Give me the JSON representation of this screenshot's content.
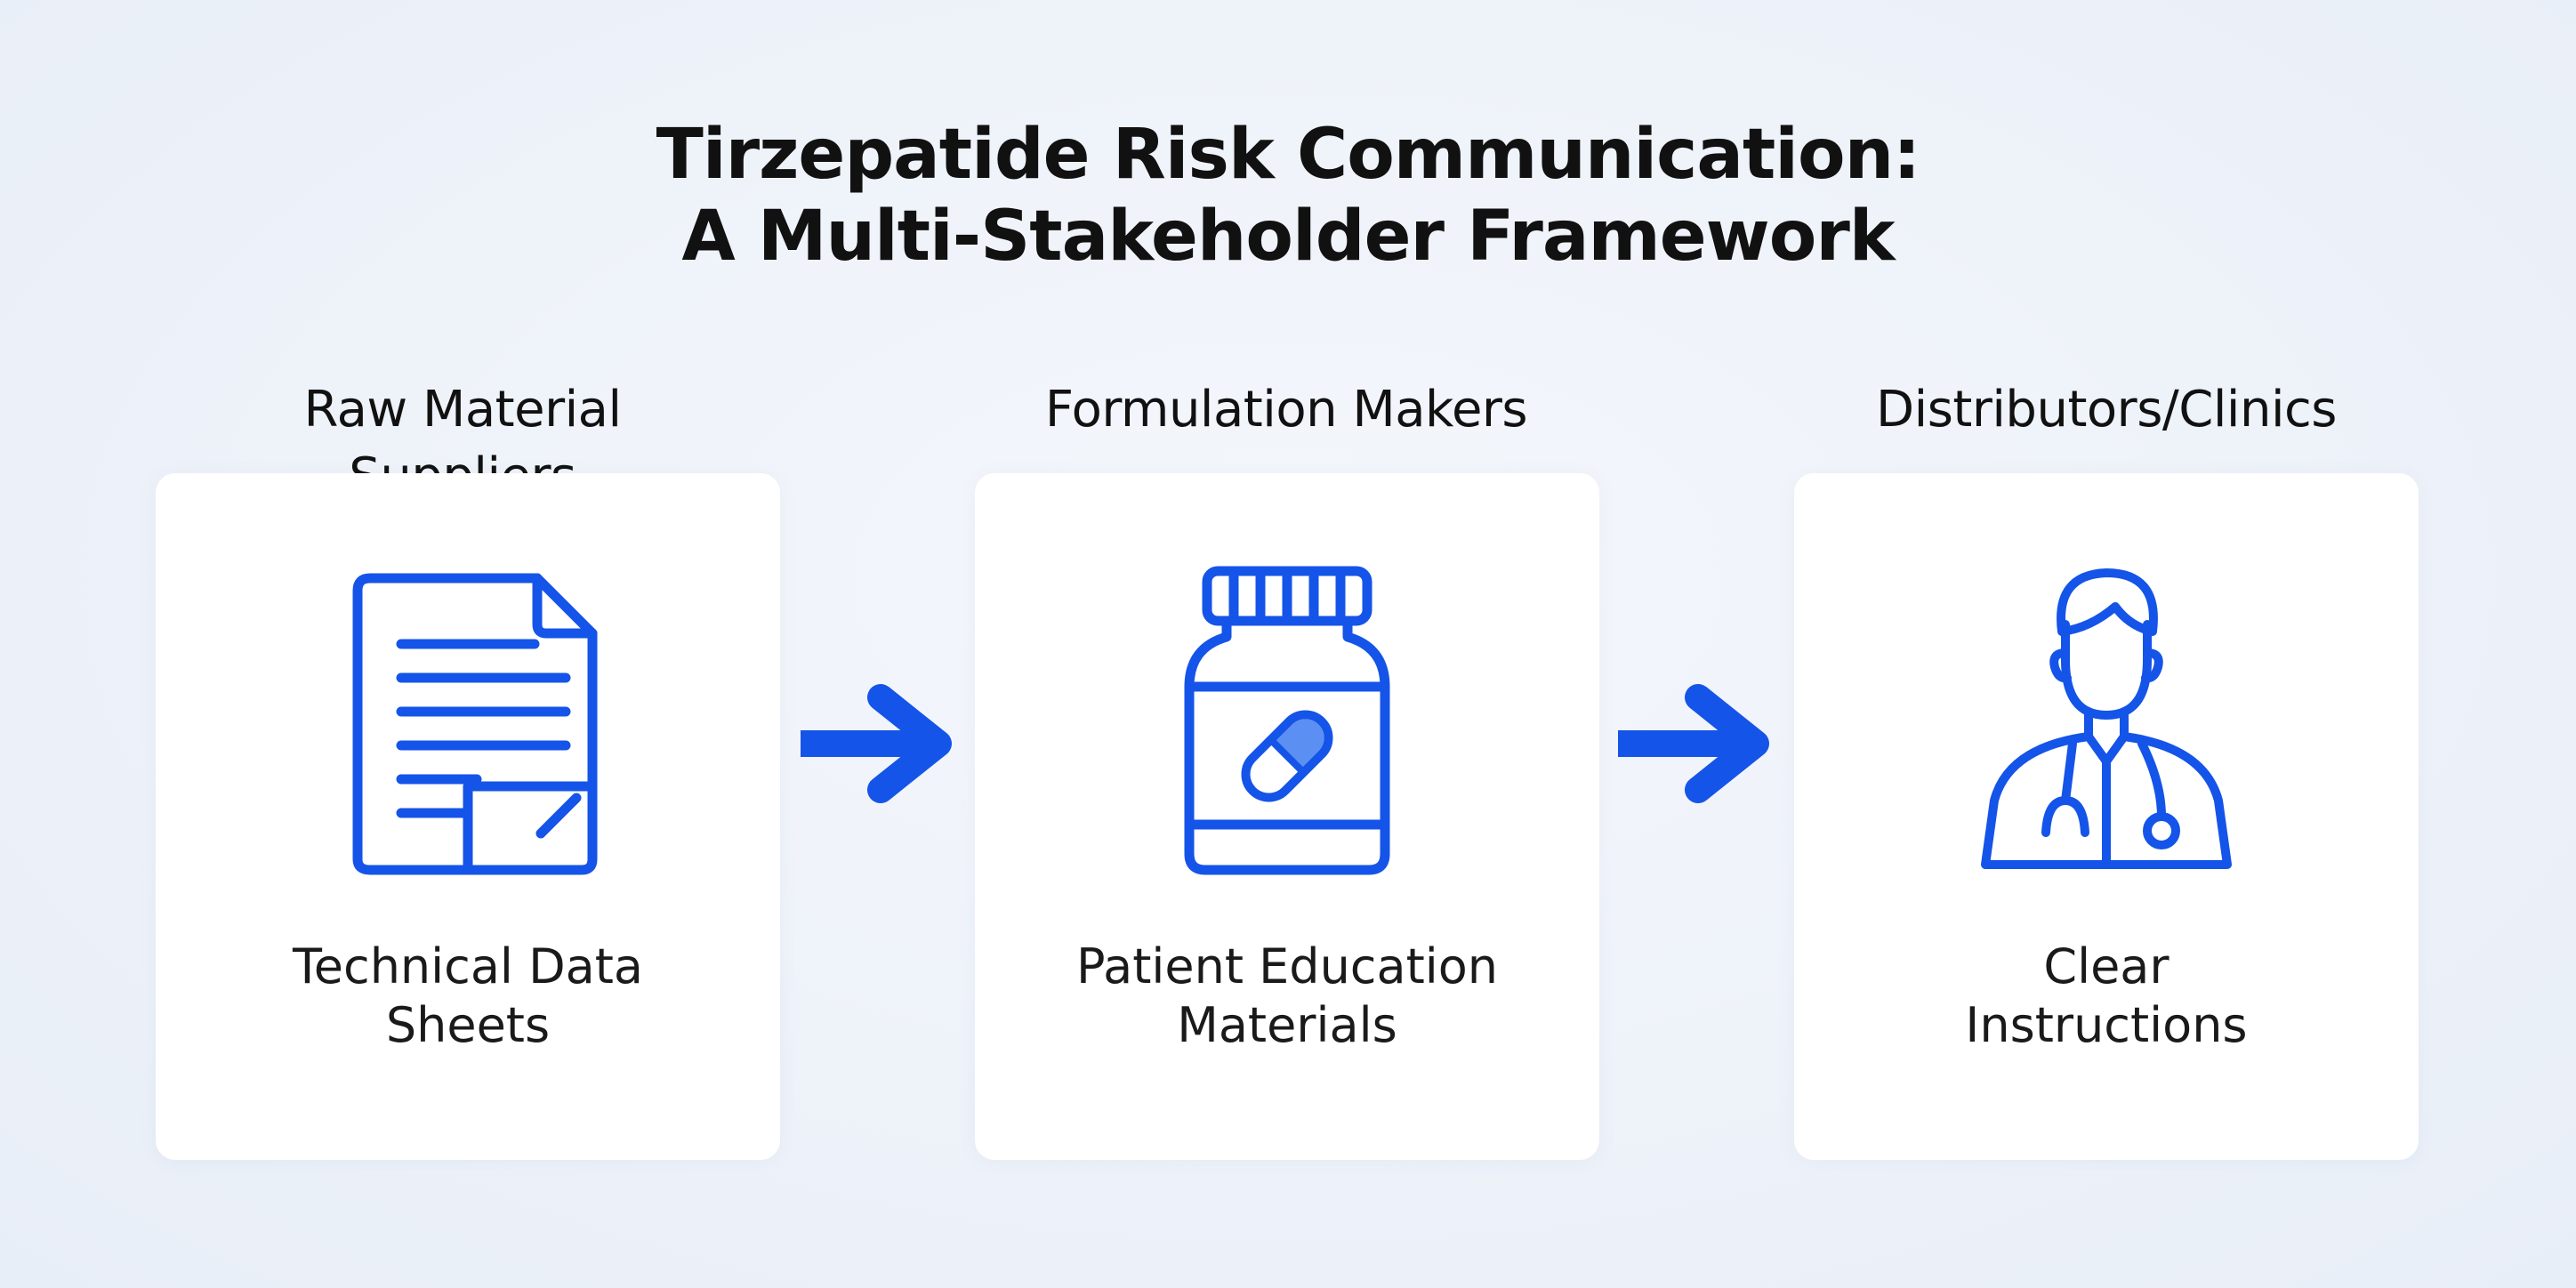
{
  "title": {
    "line1": "Tirzepatide Risk Communication:",
    "line2": "A Multi-Stakeholder Framework"
  },
  "stages": [
    {
      "heading_line1": "Raw Material",
      "heading_line2": "Suppliers",
      "icon": "document-icon",
      "caption_line1": "Technical Data",
      "caption_line2": "Sheets"
    },
    {
      "heading_line1": "Formulation Makers",
      "icon": "medicine-bottle-icon",
      "caption_line1": "Patient Education",
      "caption_line2": "Materials"
    },
    {
      "heading_line1": "Distributors/Clinics",
      "icon": "doctor-icon",
      "caption_line1": "Clear",
      "caption_line2": "Instructions"
    }
  ],
  "connectors": [
    "arrow-right-icon",
    "arrow-right-icon"
  ],
  "colors": {
    "accent": "#1554e8",
    "pill_fill": "#5b8ff2",
    "background": "#eef2f9",
    "card": "#ffffff",
    "text": "#111111"
  }
}
